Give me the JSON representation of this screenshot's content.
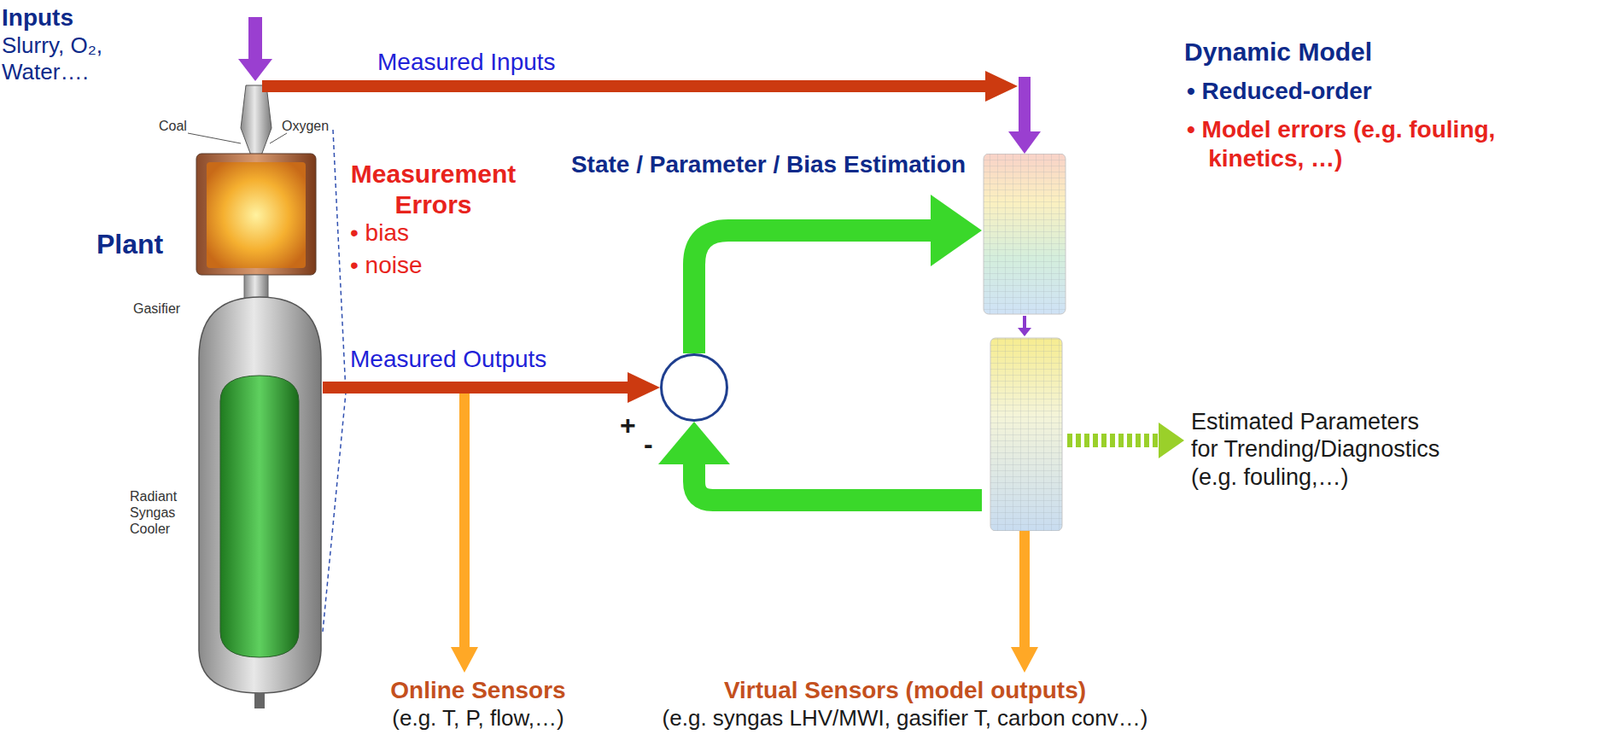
{
  "diagram": {
    "nodes": [
      {
        "text": [
          "Inputs",
          "Slurry, O₂, Water…."
        ]
      },
      {
        "text": [
          "Plant"
        ]
      },
      {
        "text": [
          "+",
          "-"
        ]
      },
      {
        "text": [
          "Dynamic Model",
          "• Reduced-order",
          "• Model errors (e.g. fouling, kinetics, …)"
        ]
      },
      {
        "text": [
          "Estimated Parameters for Trending/Diagnostics (e.g. fouling,…)"
        ]
      },
      {
        "text": [
          "Online Sensors",
          "(e.g. T, P, flow,…)"
        ]
      },
      {
        "text": [
          "Virtual Sensors (model outputs)",
          "(e.g. syngas LHV/MWI, gasifier T, carbon conv…)"
        ]
      }
    ],
    "edges": [
      {
        "from": 0,
        "to": 1,
        "arrow": "to"
      },
      {
        "from": 0,
        "to": 3,
        "label": "Measured Inputs",
        "arrow": "to"
      },
      {
        "from": 1,
        "to": 2,
        "label": "Measured Outputs",
        "arrow": "to"
      },
      {
        "from": 1,
        "to": 5,
        "arrow": "to"
      },
      {
        "from": 2,
        "to": 3,
        "label": "State / Parameter / Bias Estimation",
        "arrow": "to"
      },
      {
        "from": 3,
        "to": 2,
        "arrow": "to"
      },
      {
        "from": 3,
        "to": 4,
        "arrow": "to"
      },
      {
        "from": 3,
        "to": 6,
        "arrow": "to"
      }
    ],
    "labels": [
      "Coal",
      "Oxygen",
      "Gasifier",
      "Radiant Syngas Cooler",
      "Measurement Errors",
      "• bias",
      "• noise"
    ]
  }
}
